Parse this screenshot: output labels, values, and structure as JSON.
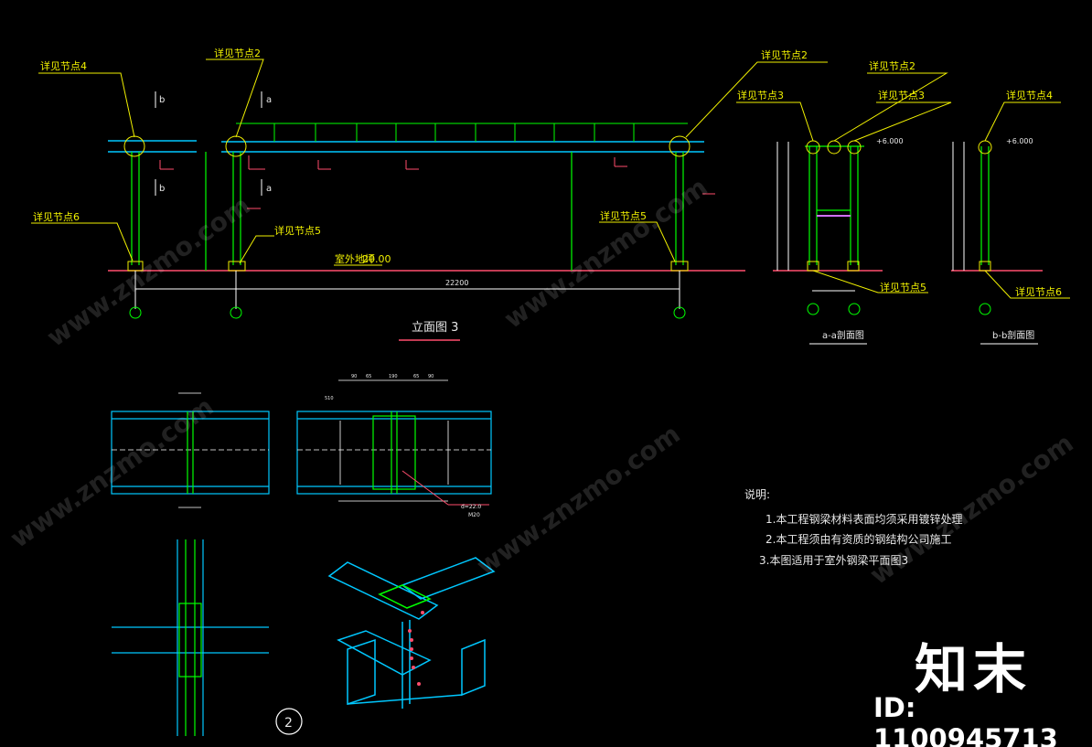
{
  "drawing": {
    "callouts": {
      "node4_left": "详见节点4",
      "node2_left": "详见节点2",
      "node2_right": "详见节点2",
      "node6_left": "详见节点6",
      "node5_left": "详见节点5",
      "node5_right": "详见节点5",
      "sec_node2": "详见节点2",
      "sec_node3_a": "详见节点3",
      "sec_node3_b": "详见节点3",
      "sec_node4": "详见节点4",
      "sec_node5": "详见节点5",
      "sec_node6": "详见节点6"
    },
    "elevation_title": "立面图 3",
    "elevation_dim": "22200",
    "ground_label": "室外地坪",
    "ground_value": "20.00",
    "section_a_title": "a-a剖面图",
    "section_b_title": "b-b剖面图",
    "level_a": "+6.000",
    "level_b": "+6.000",
    "cut_marks": [
      "b",
      "a",
      "b",
      "a"
    ],
    "detail_dims_top": [
      "90",
      "65",
      "190",
      "65",
      "90"
    ],
    "detail_dims_left": [
      "510"
    ],
    "detail_label_d": "d=22.0",
    "detail_label_m": "M20",
    "detail_number": "2",
    "notes_title": "说明:",
    "notes": [
      "1.本工程钢梁材料表面均须采用镀锌处理",
      "2.本工程须由有资质的钢结构公司施工",
      "3.本图适用于室外钢梁平面图3"
    ]
  },
  "watermark": {
    "text": "www.znzmo.com",
    "logo": "知末",
    "id_label": "ID: 1100945713"
  },
  "colors": {
    "background": "#000000",
    "callout": "#f0f000",
    "steel": "#00c8ff",
    "member": "#00ff00",
    "ground": "#ff4d6d",
    "dimension": "#ffffff"
  }
}
